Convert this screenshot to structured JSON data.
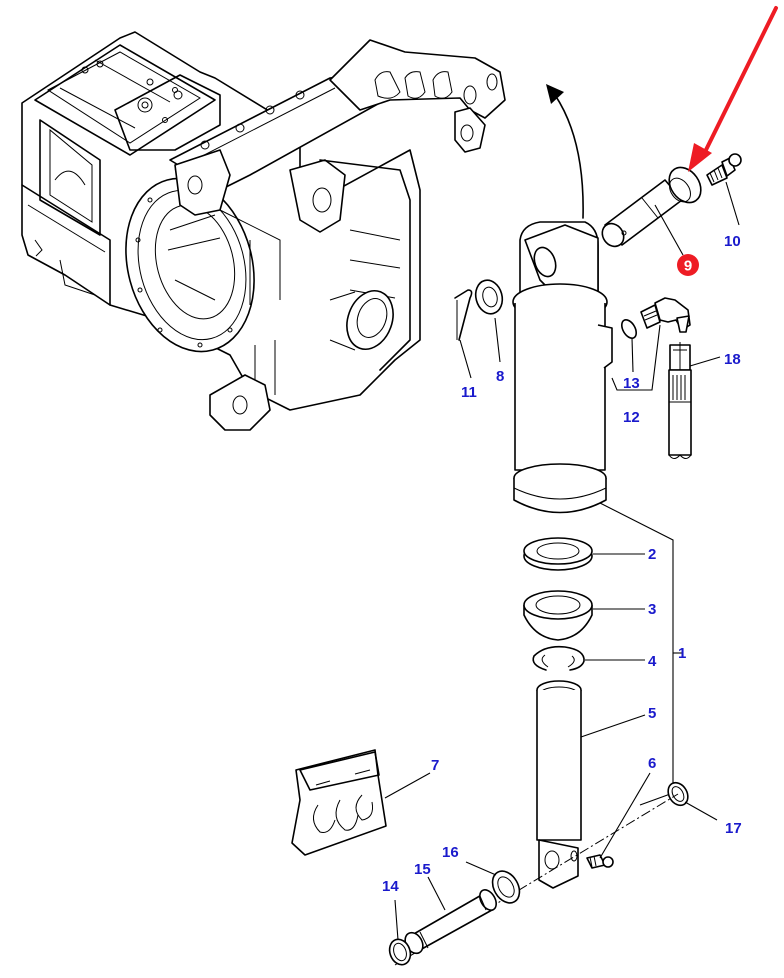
{
  "diagram": {
    "type": "exploded-parts-diagram",
    "subject": "Lift cylinder assembly on rear transmission housing",
    "callout_color": "#1a1acc",
    "highlight_color": "#ee1c24",
    "highlight": {
      "part": "9",
      "indicator": "red-arrow"
    },
    "callouts": [
      {
        "id": "1",
        "label": "1"
      },
      {
        "id": "2",
        "label": "2"
      },
      {
        "id": "3",
        "label": "3"
      },
      {
        "id": "4",
        "label": "4"
      },
      {
        "id": "5",
        "label": "5"
      },
      {
        "id": "6",
        "label": "6"
      },
      {
        "id": "7",
        "label": "7"
      },
      {
        "id": "8",
        "label": "8"
      },
      {
        "id": "9",
        "label": "9"
      },
      {
        "id": "10",
        "label": "10"
      },
      {
        "id": "11",
        "label": "11"
      },
      {
        "id": "12",
        "label": "12"
      },
      {
        "id": "13",
        "label": "13"
      },
      {
        "id": "14",
        "label": "14"
      },
      {
        "id": "15",
        "label": "15"
      },
      {
        "id": "16",
        "label": "16"
      },
      {
        "id": "17",
        "label": "17"
      },
      {
        "id": "18",
        "label": "18"
      }
    ]
  }
}
